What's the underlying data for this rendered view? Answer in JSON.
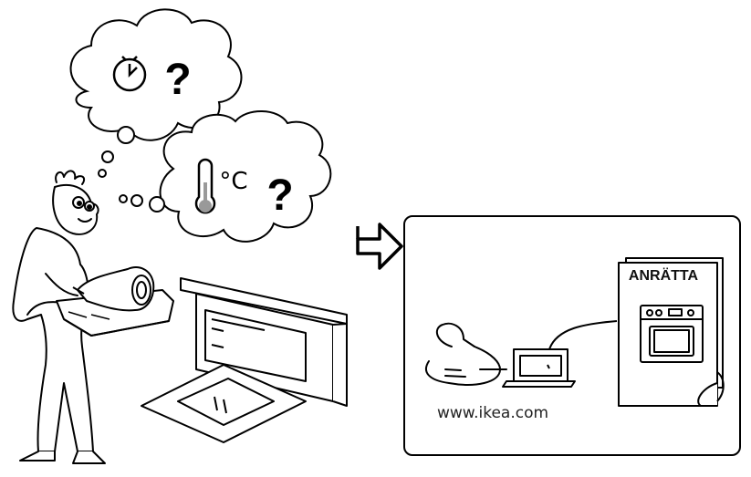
{
  "thought_bubble_time": {
    "icon": "clock-icon",
    "symbol": "?"
  },
  "thought_bubble_temperature": {
    "icon": "thermometer-icon",
    "unit": "°C",
    "symbol": "?"
  },
  "flow_arrow_icon": "arrow-right-icon",
  "manual_panel": {
    "website_label": "www.ikea.com",
    "booklet_title": "ANRÄTTA"
  },
  "colors": {
    "line": "#000000",
    "background": "#ffffff",
    "thermometer_bulb": "#999999"
  }
}
